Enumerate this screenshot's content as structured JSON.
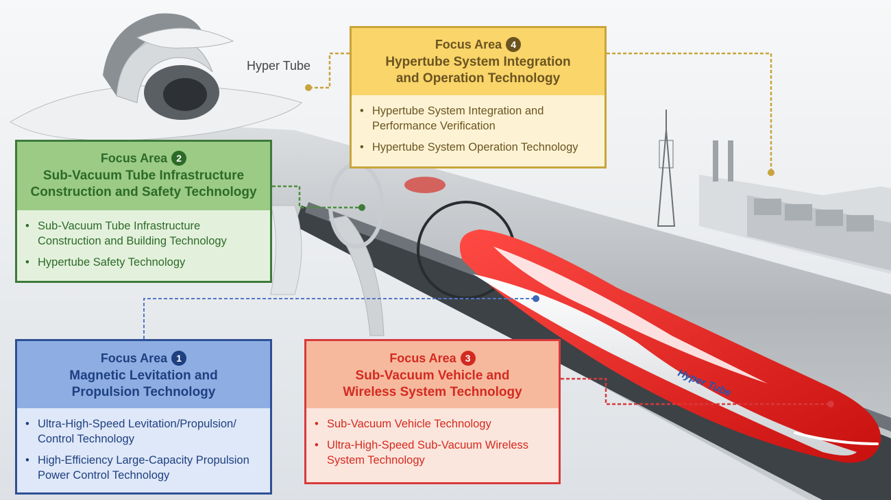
{
  "scene": {
    "tube_label": "Hyper Tube",
    "vehicle_label": "Hyper Tube"
  },
  "colors": {
    "blue": "#2e4f93",
    "green": "#3e7a39",
    "red": "#d8393a",
    "yellow": "#c8a43a"
  },
  "focus_areas": [
    {
      "label": "Focus Area",
      "number": "1",
      "title_line1": "Magnetic Levitation and",
      "title_line2": "Propulsion Technology",
      "items": [
        {
          "line1": "Ultra-High-Speed Levitation/Propulsion/",
          "line2": "Control Technology"
        },
        {
          "line1": "High-Efficiency Large-Capacity Propulsion",
          "line2": "Power Control Technology"
        }
      ]
    },
    {
      "label": "Focus Area",
      "number": "2",
      "title_line1": "Sub-Vacuum Tube Infrastructure",
      "title_line2": "Construction and Safety Technology",
      "items": [
        {
          "line1": "Sub-Vacuum Tube Infrastructure",
          "line2": "Construction and Building Technology"
        },
        {
          "line1": "Hypertube Safety Technology",
          "line2": ""
        }
      ]
    },
    {
      "label": "Focus Area",
      "number": "3",
      "title_line1": "Sub-Vacuum Vehicle and",
      "title_line2": "Wireless System Technology",
      "items": [
        {
          "line1": "Sub-Vacuum Vehicle Technology",
          "line2": ""
        },
        {
          "line1": "Ultra-High-Speed Sub-Vacuum Wireless",
          "line2": "System Technology"
        }
      ]
    },
    {
      "label": "Focus Area",
      "number": "4",
      "title_line1": "Hypertube System Integration",
      "title_line2": "and Operation Technology",
      "items": [
        {
          "line1": "Hypertube System Integration and",
          "line2": "Performance Verification"
        },
        {
          "line1": "Hypertube System Operation Technology",
          "line2": ""
        }
      ]
    }
  ]
}
